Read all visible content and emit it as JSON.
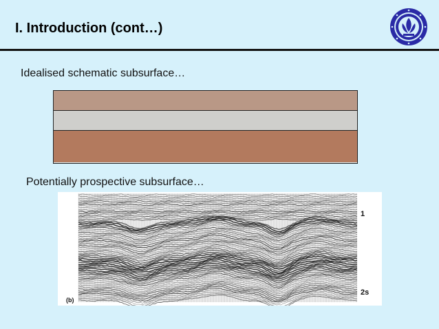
{
  "slide": {
    "title": "I. Introduction (cont…)",
    "subtitle_schematic": "Idealised schematic subsurface…",
    "subtitle_prospective": "Potentially prospective subsurface…"
  },
  "schematic_layers": [
    {
      "name": "upper-layer",
      "color": "#b99886",
      "fraction": 0.28
    },
    {
      "name": "middle-layer",
      "color": "#cfcfcc",
      "fraction": 0.28
    },
    {
      "name": "lower-layer",
      "color": "#b37a5e",
      "fraction": 0.44
    }
  ],
  "seismic_section": {
    "panel_label": "(b)",
    "time_label_top": "1",
    "time_label_bottom": "2s"
  },
  "colors": {
    "background": "#d6f1fb",
    "logo_blue": "#2a2aa6"
  },
  "logo": {
    "icon": "university-seal-icon"
  }
}
